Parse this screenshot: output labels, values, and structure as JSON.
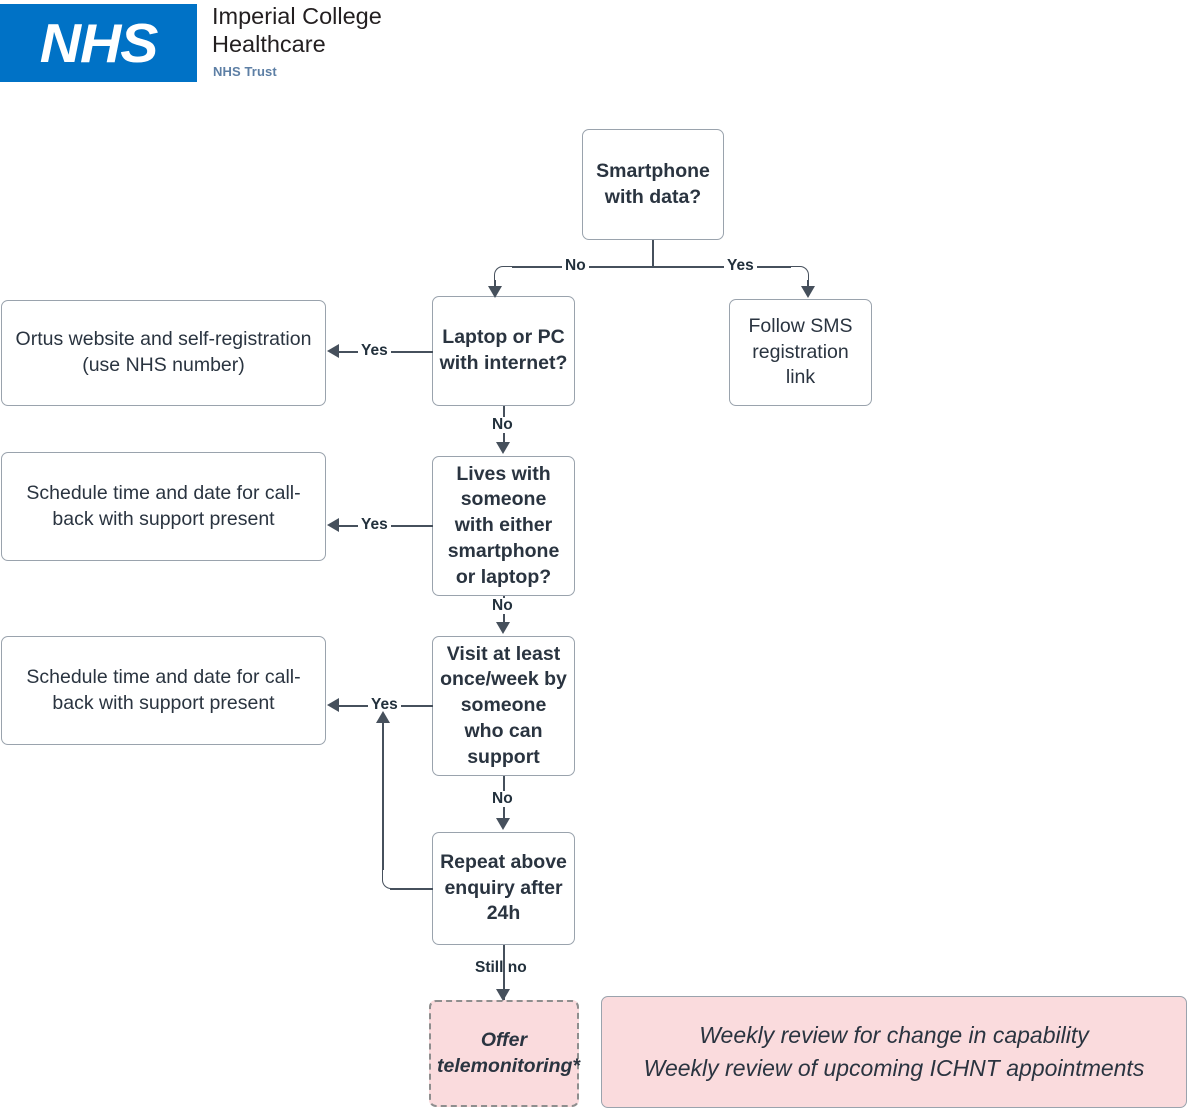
{
  "brand": {
    "logo_mark": "NHS",
    "trust_name": "Imperial College Healthcare",
    "trust_sub": "NHS Trust",
    "logo_blue": "#0072c6",
    "sub_blue": "#5d7fa5"
  },
  "colors": {
    "node_border": "#9aa3ad",
    "connector": "#46505c",
    "text": "#2a3440",
    "pink_fill": "#fadbdd",
    "dashed_border": "#8e8e8e",
    "background": "#ffffff"
  },
  "flowchart": {
    "nodes": {
      "smartphone": "Smartphone with data?",
      "sms_link": "Follow SMS registration link",
      "laptop": "Laptop or PC with internet?",
      "ortus": "Ortus website and self-registration (use NHS number)",
      "lives_with": "Lives with someone with either smartphone or laptop?",
      "callback_1": "Schedule time and date for call-back with support present",
      "visit_weekly": "Visit at least once/week by someone who can support",
      "callback_2": "Schedule time and date for call-back with support present",
      "repeat": "Repeat above enquiry after 24h",
      "telemonitoring": "Offer telemonitoring*"
    },
    "edge_labels": {
      "smartphone_no": "No",
      "smartphone_yes": "Yes",
      "laptop_yes": "Yes",
      "laptop_no": "No",
      "lives_with_yes": "Yes",
      "lives_with_no": "No",
      "visit_yes": "Yes",
      "visit_no": "No",
      "repeat_still_no": "Still no"
    },
    "review_panel": {
      "line1": "Weekly review for change in capability",
      "line2": "Weekly review of upcoming ICHNT appointments"
    }
  }
}
